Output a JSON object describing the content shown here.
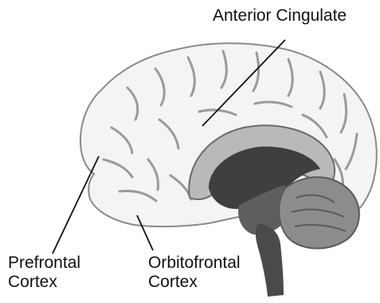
{
  "labels": {
    "anterior_cingulate": "Anterior Cingulate",
    "prefrontal_line1": "Prefrontal",
    "prefrontal_line2": "Cortex",
    "orbitofrontal_line1": "Orbitofrontal",
    "orbitofrontal_line2": "Cortex"
  },
  "colors": {
    "cortex": "#f4f4f4",
    "cortex_outline": "#8a8a8a",
    "sulci": "#9a9a9a",
    "corpus_callosum": "#b9b9b9",
    "midbrain": "#5e5e5e",
    "thalamus": "#3f3f3f",
    "cerebellum": "#8c8c8c",
    "brainstem": "#4a4a4a",
    "leader_line": "#111111",
    "text": "#111111"
  }
}
